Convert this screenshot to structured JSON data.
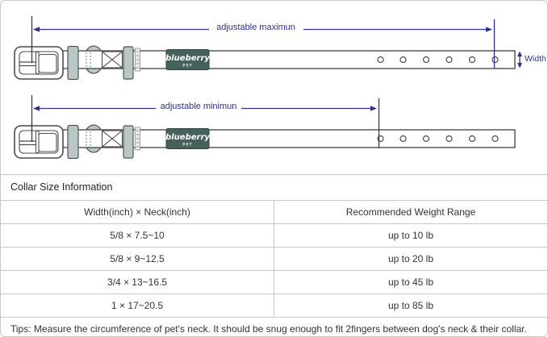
{
  "diagram": {
    "max_label": "adjustable maximun",
    "min_label": "adjustable minimun",
    "width_label": "Width",
    "brand_patch": {
      "brand": "blueberry",
      "sub": "PET"
    }
  },
  "size_table": {
    "title": "Collar Size Information",
    "columns": [
      "Width(inch) × Neck(inch)",
      "Recommended Weight Range"
    ],
    "rows": [
      {
        "size": "5/8 × 7.5~10",
        "weight": "up to 10 lb"
      },
      {
        "size": "5/8 × 9~12.5",
        "weight": "up to 20 lb"
      },
      {
        "size": "3/4 × 13~16.5",
        "weight": "up to 45 lb"
      },
      {
        "size": "1 × 17~20.5",
        "weight": "up to 85 lb"
      }
    ],
    "tips": "Tips: Measure the circumference of pet's neck. It should be snug enough to fit 2fingers between dog's neck & their collar."
  },
  "colors": {
    "dimension_accent": "#2E3192",
    "patch_background": "#46605C",
    "keeper_fill": "#B9C6C6",
    "collar_outline": "#4C4C4C",
    "table_border": "#C8C8C8"
  }
}
